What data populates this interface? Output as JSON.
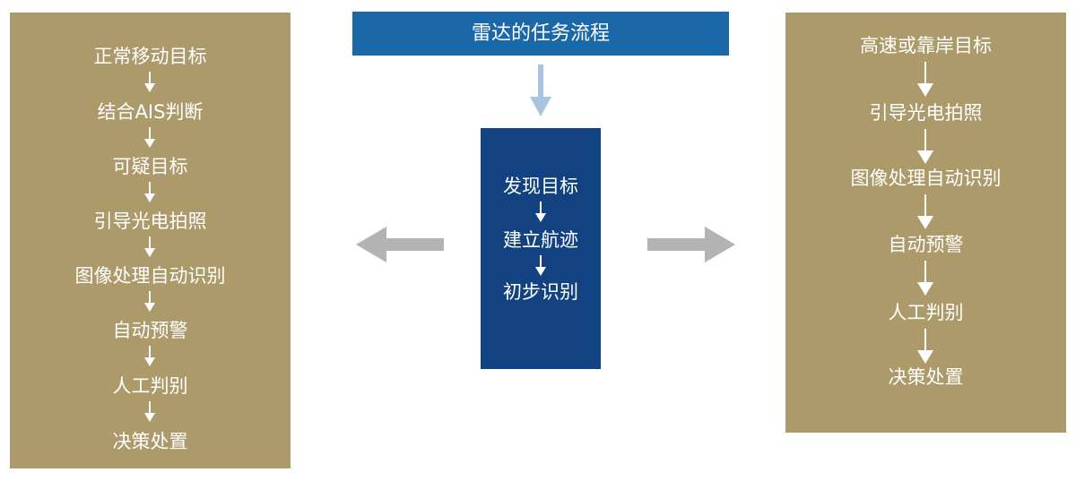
{
  "title": "雷达的任务流程",
  "center": {
    "steps": [
      "发现目标",
      "建立航迹",
      "初步识别"
    ]
  },
  "left_branch": {
    "steps": [
      "正常移动目标",
      "结合AIS判断",
      "可疑目标",
      "引导光电拍照",
      "图像处理自动识别",
      "自动预警",
      "人工判别",
      "决策处置"
    ]
  },
  "right_branch": {
    "steps": [
      "高速或靠岸目标",
      "引导光电拍照",
      "图像处理自动识别",
      "自动预警",
      "人工判别",
      "决策处置"
    ]
  },
  "colors": {
    "side_panel": "#ac9a6b",
    "title_bar": "#1a68a8",
    "center_box": "#124281",
    "down_arrow": "#a9c4df",
    "side_arrow": "#b3b3b3"
  }
}
